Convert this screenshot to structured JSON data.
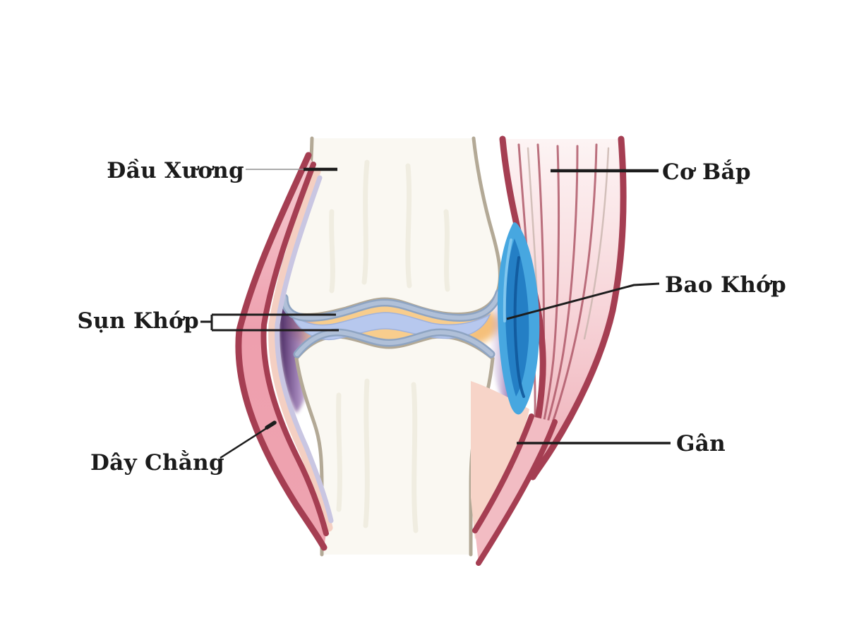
{
  "labels": {
    "dau_xuong": "Đầu Xương",
    "co_bap": "Cơ Bắp",
    "bao_khop": "Bao Khớp",
    "sun_khop": "Sụn Khớp",
    "day_chang": "Dây Chằng",
    "gan": "Gân"
  },
  "colors": {
    "background": "#ffffff",
    "bone_fill": "#faf8f2",
    "bone_outline": "#b3a996",
    "cartilage": "#b0c0d8",
    "cartilage_edge": "#8ea4c2",
    "meniscus": "#b7c8ee",
    "synovial_fluid": "#f5c07a",
    "capsule_purple": "#42215a",
    "bursa_light": "#47a7e0",
    "bursa_dark": "#1e78c0",
    "ligament_maroon": "#a53e52",
    "ligament_pink": "#ec9dac",
    "muscle_pink": "#f3c3c9",
    "flesh": "#f4cfc2",
    "lavender": "#c9c6e2",
    "label_text": "#1b1b1b",
    "leader_line": "#1d1d1d"
  }
}
